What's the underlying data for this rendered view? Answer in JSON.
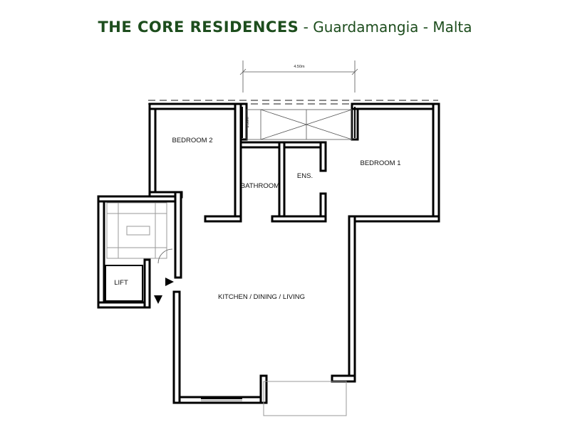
{
  "header": {
    "title": "THE CORE RESIDENCES",
    "separator": " - ",
    "location": "Guardamangia - Malta"
  },
  "plan": {
    "dimension_width": "4.50m",
    "dimension_depth": "1.50m",
    "rooms": {
      "bedroom2": "BEDROOM 2",
      "bedroom1": "BEDROOM 1",
      "bathroom": "BATHROOM",
      "ensuite": "ENS.",
      "lift": "LIFT",
      "living": "KITCHEN / DINING / LIVING"
    }
  }
}
